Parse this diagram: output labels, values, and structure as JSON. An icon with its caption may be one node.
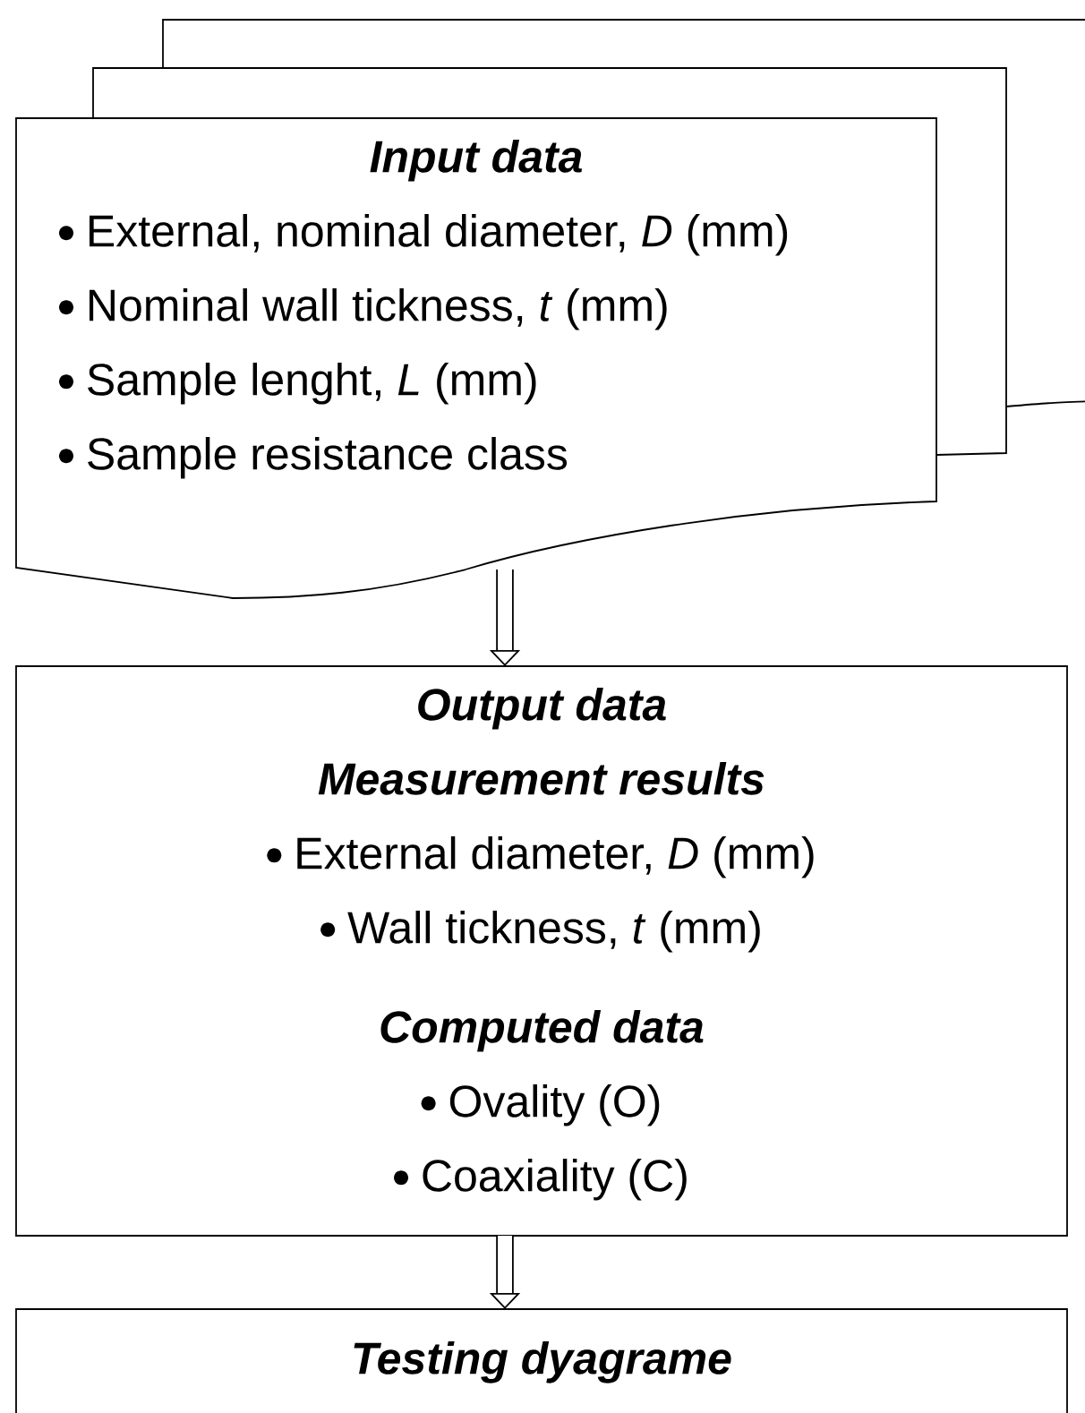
{
  "diagram": {
    "nodes": [
      {
        "text": [
          "Input data",
          "External, nominal diameter, *D* (mm)",
          "Nominal wall tickness, *t* (mm)",
          "Sample lenght, *L* (mm)",
          "Sample resistance class"
        ]
      },
      {
        "text": [
          "Output data",
          "Measurement results",
          "External diameter, *D* (mm)",
          "Wall tickness, *t* (mm)",
          "Computed data",
          "Ovality (O)",
          "Coaxiality (C)"
        ]
      },
      {
        "text": [
          "Testing dyagrame"
        ]
      }
    ],
    "edges": [
      {
        "from": 0,
        "to": 1,
        "arrow": "to"
      },
      {
        "from": 1,
        "to": 2,
        "arrow": "to"
      }
    ]
  }
}
